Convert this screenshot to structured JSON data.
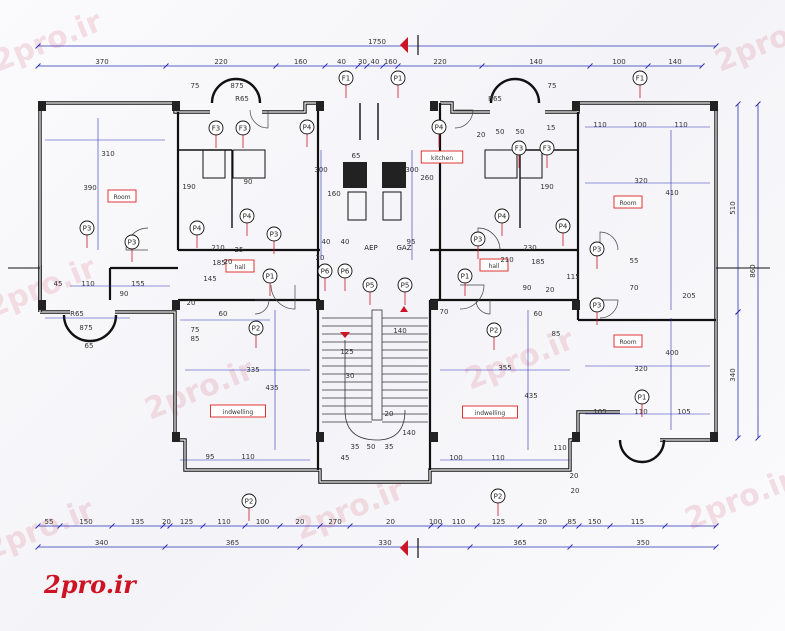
{
  "watermark": "2pro.ir",
  "logo_text": "2pro.ir",
  "colors": {
    "wall": "#111111",
    "dimension": "#2a2fb8",
    "marker": "#cc1424",
    "label_box": "#dd2020"
  },
  "dims_top_total": "1750",
  "dims_top_row": [
    "370",
    "220",
    "160",
    "40",
    "30",
    "40",
    "160",
    "220",
    "140",
    "100",
    "140"
  ],
  "dims_bottom_row1": [
    "55",
    "150",
    "135",
    "20",
    "125",
    "110",
    "100",
    "20",
    "270",
    "20",
    "100",
    "110",
    "125",
    "20",
    "85",
    "150",
    "115"
  ],
  "dims_bottom_row2": [
    "340",
    "365",
    "330",
    "365",
    "350"
  ],
  "dims_right": [
    "510",
    "860",
    "340"
  ],
  "rooms": [
    "Room",
    "Room",
    "Room",
    "indwelling",
    "indwelling",
    "hall",
    "hall",
    "kitchen"
  ],
  "service": [
    "AEP",
    "GAZ"
  ],
  "markers": [
    "F1",
    "P1",
    "F1",
    "P4",
    "P4",
    "F3",
    "F3",
    "F3",
    "F3",
    "P3",
    "P3",
    "P3",
    "P3",
    "P4",
    "P4",
    "P4",
    "P4",
    "P1",
    "P1",
    "P6",
    "P6",
    "P5",
    "P5",
    "P2",
    "P2",
    "P2",
    "P2",
    "P3",
    "P1",
    "P3"
  ],
  "inner_dims": [
    "75",
    "R65",
    "875",
    "R65",
    "75",
    "310",
    "390",
    "65",
    "160",
    "300",
    "300",
    "260",
    "20",
    "50",
    "50",
    "15",
    "110",
    "100",
    "110",
    "320",
    "410",
    "90",
    "190",
    "190",
    "210",
    "230",
    "185",
    "185",
    "145",
    "210",
    "110",
    "155",
    "90",
    "45",
    "R65",
    "875",
    "60",
    "75",
    "85",
    "125",
    "140",
    "30",
    "20",
    "335",
    "435",
    "140",
    "355",
    "435",
    "95",
    "110",
    "100",
    "110",
    "35",
    "50",
    "35",
    "105",
    "110",
    "105",
    "320",
    "400",
    "205",
    "115",
    "55",
    "70",
    "90",
    "20",
    "60",
    "70",
    "20",
    "20",
    "40",
    "40",
    "95",
    "85",
    "20",
    "25",
    "20",
    "20",
    "65",
    "110",
    "45"
  ]
}
